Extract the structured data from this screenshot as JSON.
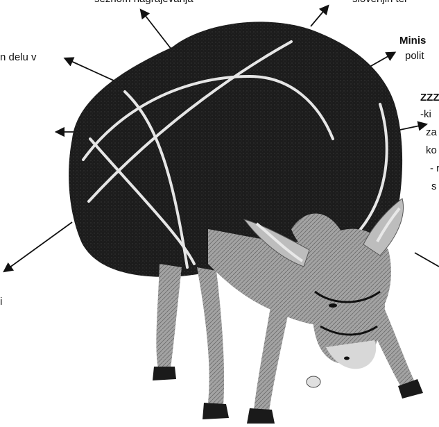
{
  "labels": {
    "top_left": "seznom nagrajevanja",
    "top_right": "slovenjih ter",
    "left_mid": "n delu v",
    "right_1_line1": "Minis",
    "right_1_line2": "polit",
    "right_2_line1": "ZZZ",
    "right_2_line2": "-ki",
    "right_2_line3": "za",
    "right_2_line4": "ko",
    "right_2_line5": "- r",
    "right_2_line6": "s",
    "bottom_left": "i"
  },
  "colors": {
    "sack": "#1a1a1a",
    "rope": "#e8e8e8",
    "donkey": "#9a9a9a",
    "ink": "#111111"
  }
}
